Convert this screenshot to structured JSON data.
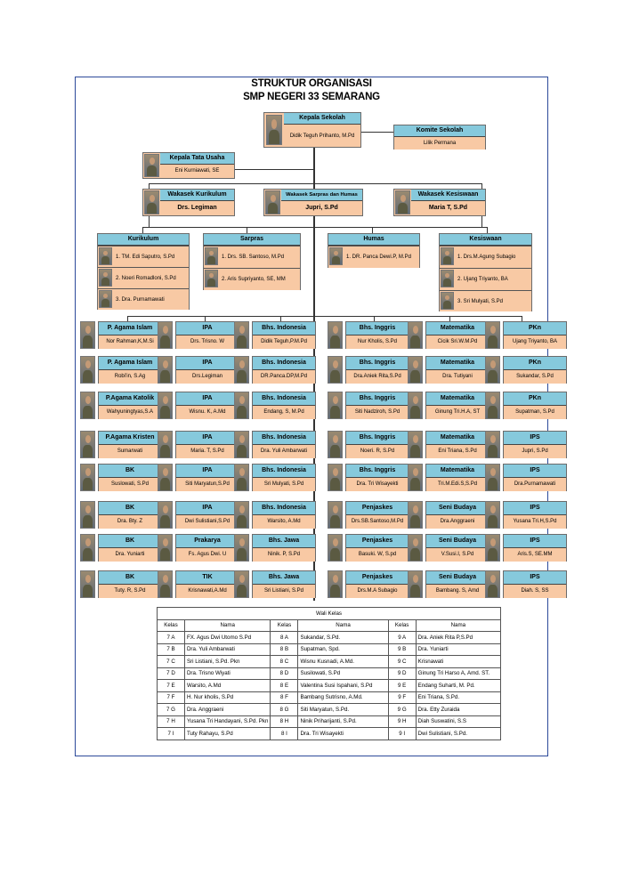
{
  "title": {
    "line1": "STRUKTUR ORGANISASI",
    "line2": "SMP NEGERI 33 SEMARANG"
  },
  "kepala": {
    "title": "Kepala Sekolah",
    "name": "Didik Teguh Prihanto, M.Pd"
  },
  "komite": {
    "title": "Komite Sekolah",
    "name": "Lilik Permana"
  },
  "tu": {
    "title": "Kepala Tata Usaha",
    "name": "Eni Kurniawati, SE"
  },
  "wakasek": [
    {
      "title": "Wakasek Kurikulum",
      "name": "Drs. Legiman"
    },
    {
      "title": "Wakasek Sarpras dan Humas",
      "name": "Jupri, S.Pd"
    },
    {
      "title": "Wakasek Kesiswaan",
      "name": "Maria T, S.Pd"
    }
  ],
  "units": [
    {
      "title": "Kurikulum",
      "members": [
        "1. TM. Edi Saputro, S.Pd",
        "2. Noeri Romadloni, S.Pd",
        "3. Dra. Purnamawati"
      ]
    },
    {
      "title": "Sarpras",
      "members": [
        "1. Drs. SB. Santoso, M.Pd",
        "2. Aris Supriyanto, SE, MM"
      ]
    },
    {
      "title": "Humas",
      "members": [
        "1. DR. Panca Dewi.P, M.Pd"
      ]
    },
    {
      "title": "Kesiswaan",
      "members": [
        "1. Drs.M.Agung Subagio",
        "2. Ujang Triyanto, BA",
        "3. Sri Mulyati, S.Pd"
      ]
    }
  ],
  "teachers": [
    [
      {
        "subject": "P. Agama Islam",
        "name": "Nor Rahman,K,M.Si"
      },
      {
        "subject": "P. Agama Islam",
        "name": "Robi'in, S.Ag"
      },
      {
        "subject": "P.Agama Katolik",
        "name": "Wahyuningtyas,S.A"
      },
      {
        "subject": "P.Agama Kristen",
        "name": "Sumarwati"
      },
      {
        "subject": "BK",
        "name": "Suslowati, S.Pd"
      },
      {
        "subject": "BK",
        "name": "Dra. Bty. Z"
      },
      {
        "subject": "BK",
        "name": "Dra. Yuniarti"
      },
      {
        "subject": "BK",
        "name": "Tuty. R, S.Pd"
      }
    ],
    [
      {
        "subject": "IPA",
        "name": "Drs. Trisno. W"
      },
      {
        "subject": "IPA",
        "name": "Drs.Legiman"
      },
      {
        "subject": "IPA",
        "name": "Wisnu. K, A.Md"
      },
      {
        "subject": "IPA",
        "name": "Maria. T, S.Pd"
      },
      {
        "subject": "IPA",
        "name": "Siti Maryatun,S.Pd"
      },
      {
        "subject": "IPA",
        "name": "Dwi Sulistiani,S.Pd"
      },
      {
        "subject": "Prakarya",
        "name": "Fs. Agus Dwi. U"
      },
      {
        "subject": "TIK",
        "name": "Krisnawati,A.Md"
      }
    ],
    [
      {
        "subject": "Bhs. Indonesia",
        "name": "Didik Teguh,P.M.Pd"
      },
      {
        "subject": "Bhs. Indonesia",
        "name": "DR.Panca.DP,M.Pd"
      },
      {
        "subject": "Bhs. Indonesia",
        "name": "Endang, S, M.Pd"
      },
      {
        "subject": "Bhs. Indonesia",
        "name": "Dra. Yuli Ambarwati"
      },
      {
        "subject": "Bhs. Indonesia",
        "name": "Sri Mulyati, S.Pd"
      },
      {
        "subject": "Bhs. Indonesia",
        "name": "Warsito, A.Md"
      },
      {
        "subject": "Bhs. Jawa",
        "name": "Ninik. P, S.Pd"
      },
      {
        "subject": "Bhs. Jawa",
        "name": "Sri Listiani, S.Pd"
      }
    ],
    [
      {
        "subject": "Bhs. Inggris",
        "name": "Nur Kholis, S.Pd"
      },
      {
        "subject": "Bhs. Inggris",
        "name": "Dra.Aniek Rita,S.Pd"
      },
      {
        "subject": "Bhs. Inggris",
        "name": "Siti Nadziroh, S.Pd"
      },
      {
        "subject": "Bhs. Inggris",
        "name": "Noeri. R, S.Pd"
      },
      {
        "subject": "Bhs. Inggris",
        "name": "Dra. Tri Wisayekti"
      },
      {
        "subject": "Penjaskes",
        "name": "Drs.SB.Santoso,M.Pd"
      },
      {
        "subject": "Penjaskes",
        "name": "Basuki. W, S.pd"
      },
      {
        "subject": "Penjaskes",
        "name": "Drs.M.A Subagio"
      }
    ],
    [
      {
        "subject": "Matematika",
        "name": "Cicik Sri.W.M.Pd"
      },
      {
        "subject": "Matematika",
        "name": "Dra. Tutiyani"
      },
      {
        "subject": "Matematika",
        "name": "Ginung Tri.H.A, ST"
      },
      {
        "subject": "Matematika",
        "name": "Eni Triana, S.Pd"
      },
      {
        "subject": "Matematika",
        "name": "Tri.M.Edi.S,S.Pd"
      },
      {
        "subject": "Seni Budaya",
        "name": "Dra.Anggraeni"
      },
      {
        "subject": "Seni Budaya",
        "name": "V.Susi.I, S.Pd"
      },
      {
        "subject": "Seni Budaya",
        "name": "Bambang. S, Amd"
      }
    ],
    [
      {
        "subject": "PKn",
        "name": "Ujang Triyanto, BA"
      },
      {
        "subject": "PKn",
        "name": "Sukandar, S.Pd"
      },
      {
        "subject": "PKn",
        "name": "Supatman, S.Pd"
      },
      {
        "subject": "IPS",
        "name": "Jupri, S.Pd"
      },
      {
        "subject": "IPS",
        "name": "Dra.Purnamawati"
      },
      {
        "subject": "IPS",
        "name": "Yusana Tri.H,S.Pd"
      },
      {
        "subject": "IPS",
        "name": "Aris.S, SE.MM"
      },
      {
        "subject": "IPS",
        "name": "Diah. S, SS"
      }
    ]
  ],
  "wali_kelas": {
    "title": "Wali Kelas",
    "headers": [
      "Kelas",
      "Nama",
      "Kelas",
      "Nama",
      "Kelas",
      "Nama"
    ],
    "rows": [
      [
        "7 A",
        "FX. Agus Dwi Utomo S.Pd",
        "8 A",
        "Sukandar, S.Pd.",
        "9 A",
        "Dra. Aniek Rita P,S.Pd"
      ],
      [
        "7 B",
        "Dra. Yuli Ambarwati",
        "8 B",
        "Supatman, Spd.",
        "9 B",
        "Dra. Yuniarti"
      ],
      [
        "7 C",
        "Sri Listiani, S.Pd. Pkn",
        "8 C",
        "Wisnu Kusnadi, A.Md.",
        "9 C",
        "Krisnawati"
      ],
      [
        "7 D",
        "Dra. Trisno Wiyati",
        "8 D",
        "Susilowati, S.Pd",
        "9 D",
        "Ginung Tri Harso A, Amd. ST."
      ],
      [
        "7 E",
        "Warsito, A.Md",
        "8 E",
        "Valentina Susi Ispahani, S.Pd",
        "9 E",
        "Endang Suharti, M. Pd."
      ],
      [
        "7 F",
        "H. Nur kholis, S.Pd",
        "8 F",
        "Bambang Sutrisno, A.Md.",
        "9 F",
        "Eni Triana, S.Pd."
      ],
      [
        "7 G",
        "Dra. Anggraeni",
        "8 G",
        "Siti Maryatun, S.Pd.",
        "9 G",
        "Dra. Etty Zuraida"
      ],
      [
        "7 H",
        "Yusana Tri Handayani, S.Pd. Pkn",
        "8 H",
        "Ninik Priharijanti, S.Pd.",
        "9 H",
        "Diah Suswatini, S.S"
      ],
      [
        "7 I",
        "Tuty Rahayu, S.Pd",
        "8 I",
        "Dra. Tri Wisayekti",
        "9 I",
        "Dwi Sulistiani, S.Pd."
      ]
    ]
  }
}
